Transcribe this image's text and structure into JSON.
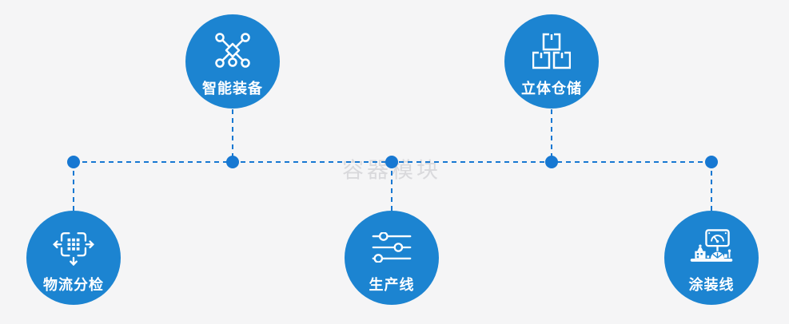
{
  "diagram": {
    "watermark": "容器模块",
    "colors": {
      "background": "#f5f5f6",
      "circle": "#1c84d1",
      "connector": "#1778d2",
      "label": "#ffffff",
      "watermark": "#d9d9dc"
    },
    "nodes": [
      {
        "id": "smart-equipment",
        "label": "智能装备",
        "icon": "network-nodes-icon",
        "row": "top"
      },
      {
        "id": "stereo-warehouse",
        "label": "立体仓储",
        "icon": "stacked-boxes-icon",
        "row": "top"
      },
      {
        "id": "logistics-sorting",
        "label": "物流分检",
        "icon": "sorting-arrows-icon",
        "row": "bottom"
      },
      {
        "id": "production-line",
        "label": "生产线",
        "icon": "sliders-icon",
        "row": "bottom"
      },
      {
        "id": "coating-line",
        "label": "涂装线",
        "icon": "control-panel-icon",
        "row": "bottom"
      }
    ]
  }
}
